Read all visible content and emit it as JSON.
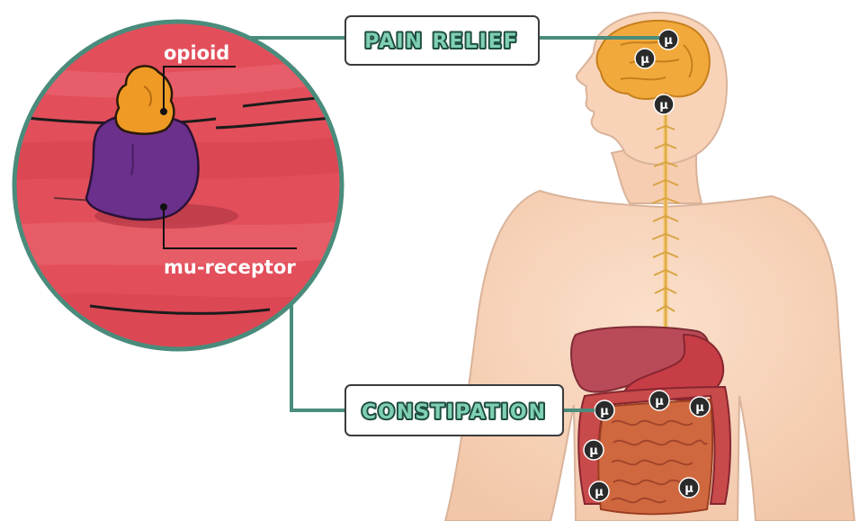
{
  "labels": {
    "pain_relief": "PAIN RELIEF",
    "constipation": "CONSTIPATION",
    "opioid": "opioid",
    "mu_receptor": "mu-receptor"
  },
  "receptor_symbol": "μ",
  "colors": {
    "connector": "#4a8c7c",
    "label_fill": "#7fd0b3",
    "label_outline": "#1f4d42",
    "zoom_bg": "#e24f5b",
    "skin": "#f8d3b8",
    "skin_outline": "#d9b39a",
    "brain": "#f2a93c",
    "spine": "#f3c56c",
    "liver": "#b94a57",
    "stomach": "#c73d46",
    "intestine": "#d0613f",
    "opioid": "#ee9a25",
    "receptor": "#6b2f8c",
    "mu_badge": "#2b2b2b"
  }
}
